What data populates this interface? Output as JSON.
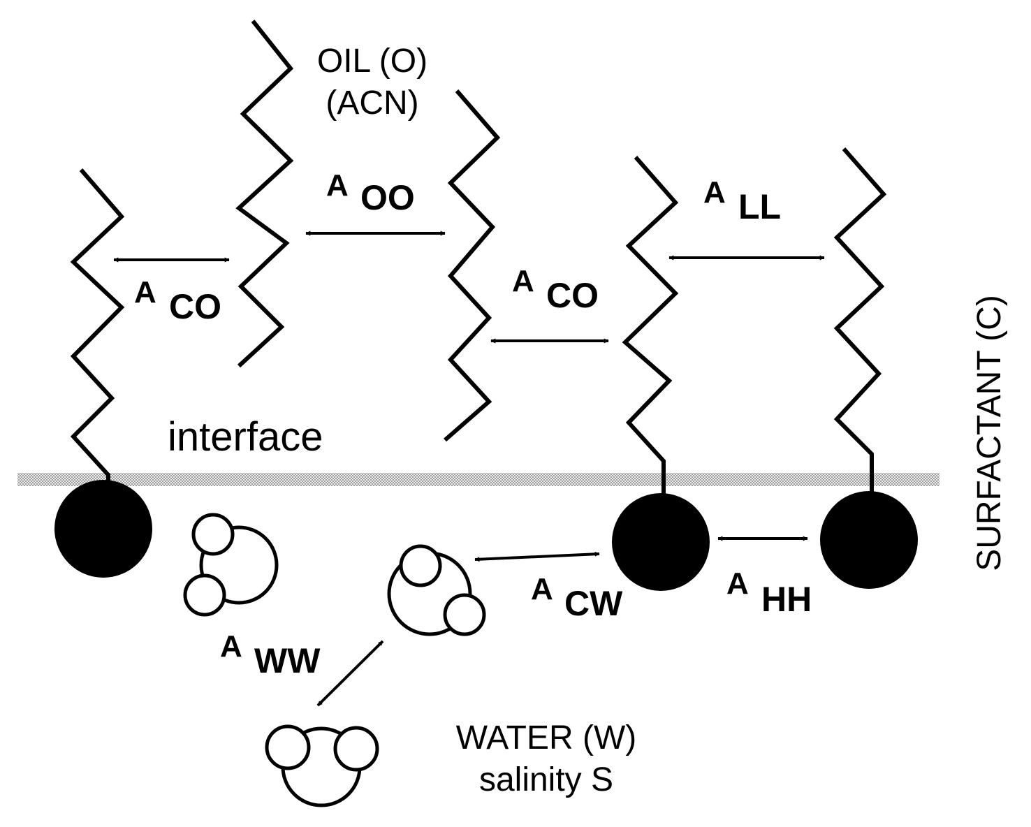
{
  "labels": {
    "oil_line1": "OIL (O)",
    "oil_line2": "(ACN)",
    "interface": "interface",
    "water_line1": "WATER (W)",
    "water_line2": "salinity S",
    "surfactant": "SURFACTANT (C)"
  },
  "interactions": {
    "aoo": {
      "main": "A",
      "sub": "OO"
    },
    "all": {
      "main": "A",
      "sub": "LL"
    },
    "aco_left": {
      "main": "A",
      "sub": "CO"
    },
    "aco_right": {
      "main": "A",
      "sub": "CO"
    },
    "acw": {
      "main": "A",
      "sub": "CW"
    },
    "ahh": {
      "main": "A",
      "sub": "HH"
    },
    "aww": {
      "main": "A",
      "sub": "WW"
    }
  }
}
